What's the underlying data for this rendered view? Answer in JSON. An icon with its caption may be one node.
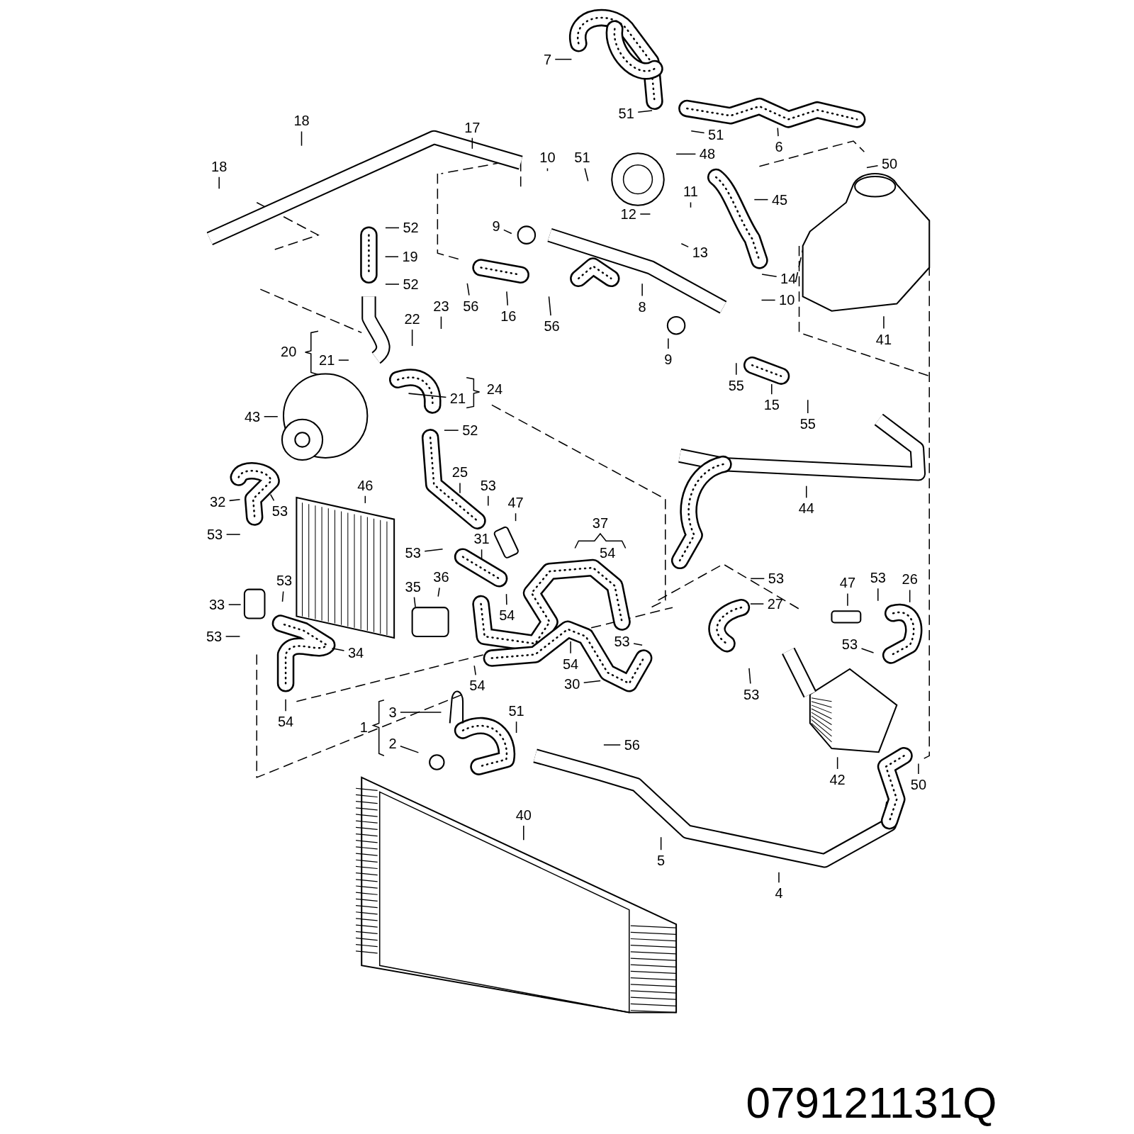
{
  "diagram": {
    "nodes": [
      {
        "text": [
          "7"
        ]
      },
      {
        "text": [
          "51"
        ]
      },
      {
        "text": [
          "51"
        ]
      },
      {
        "text": [
          "6"
        ]
      },
      {
        "text": [
          "18"
        ]
      },
      {
        "text": [
          "17"
        ]
      },
      {
        "text": [
          "18"
        ]
      },
      {
        "text": [
          "10"
        ]
      },
      {
        "text": [
          "51"
        ]
      },
      {
        "text": [
          "48"
        ]
      },
      {
        "text": [
          "50"
        ]
      },
      {
        "text": [
          "45"
        ]
      },
      {
        "text": [
          "11"
        ]
      },
      {
        "text": [
          "12"
        ]
      },
      {
        "text": [
          "52"
        ]
      },
      {
        "text": [
          "9"
        ]
      },
      {
        "text": [
          "19"
        ]
      },
      {
        "text": [
          "13"
        ]
      },
      {
        "text": [
          "14"
        ]
      },
      {
        "text": [
          "52"
        ]
      },
      {
        "text": [
          "56"
        ]
      },
      {
        "text": [
          "16"
        ]
      },
      {
        "text": [
          "8"
        ]
      },
      {
        "text": [
          "10"
        ]
      },
      {
        "text": [
          "56"
        ]
      },
      {
        "text": [
          "23"
        ]
      },
      {
        "text": [
          "22"
        ]
      },
      {
        "text": [
          "9"
        ]
      },
      {
        "text": [
          "41"
        ]
      },
      {
        "text": [
          "21"
        ]
      },
      {
        "text": [
          "55"
        ]
      },
      {
        "text": [
          "21"
        ]
      },
      {
        "text": [
          "15"
        ]
      },
      {
        "text": [
          "43"
        ]
      },
      {
        "text": [
          "52"
        ]
      },
      {
        "text": [
          "55"
        ]
      },
      {
        "text": [
          "25"
        ]
      },
      {
        "text": [
          "53"
        ]
      },
      {
        "text": [
          "46"
        ]
      },
      {
        "text": [
          "47"
        ]
      },
      {
        "text": [
          "32"
        ]
      },
      {
        "text": [
          "53"
        ]
      },
      {
        "text": [
          "44"
        ]
      },
      {
        "text": [
          "53"
        ]
      },
      {
        "text": [
          "31"
        ]
      },
      {
        "text": [
          "53"
        ]
      },
      {
        "text": [
          "53"
        ]
      },
      {
        "text": [
          "53"
        ]
      },
      {
        "text": [
          "36"
        ]
      },
      {
        "text": [
          "53"
        ]
      },
      {
        "text": [
          "47"
        ]
      },
      {
        "text": [
          "26"
        ]
      },
      {
        "text": [
          "35"
        ]
      },
      {
        "text": [
          "33"
        ]
      },
      {
        "text": [
          "27"
        ]
      },
      {
        "text": [
          "54"
        ]
      },
      {
        "text": [
          "53"
        ]
      },
      {
        "text": [
          "53"
        ]
      },
      {
        "text": [
          "53"
        ]
      },
      {
        "text": [
          "34"
        ]
      },
      {
        "text": [
          "54"
        ]
      },
      {
        "text": [
          "30"
        ]
      },
      {
        "text": [
          "54"
        ]
      },
      {
        "text": [
          "53"
        ]
      },
      {
        "text": [
          "3"
        ]
      },
      {
        "text": [
          "51"
        ]
      },
      {
        "text": [
          "54"
        ]
      },
      {
        "text": [
          "2"
        ]
      },
      {
        "text": [
          "56"
        ]
      },
      {
        "text": [
          "42"
        ]
      },
      {
        "text": [
          "50"
        ]
      },
      {
        "text": [
          "40"
        ]
      },
      {
        "text": [
          "5"
        ]
      },
      {
        "text": [
          "4"
        ]
      }
    ],
    "edges": [
      {
        "from": 0,
        "to": null,
        "arrow": "none"
      },
      {
        "from": 1,
        "to": null,
        "arrow": "none"
      },
      {
        "from": 2,
        "to": null,
        "arrow": "none"
      },
      {
        "from": 3,
        "to": null,
        "arrow": "none"
      },
      {
        "from": 4,
        "to": null,
        "arrow": "none"
      },
      {
        "from": 5,
        "to": null,
        "arrow": "none"
      },
      {
        "from": 6,
        "to": null,
        "arrow": "none"
      },
      {
        "from": 7,
        "to": null,
        "arrow": "none"
      },
      {
        "from": 8,
        "to": null,
        "arrow": "none"
      },
      {
        "from": 9,
        "to": null,
        "arrow": "none"
      },
      {
        "from": 10,
        "to": null,
        "arrow": "none"
      },
      {
        "from": 11,
        "to": null,
        "arrow": "none"
      },
      {
        "from": 12,
        "to": null,
        "arrow": "none"
      },
      {
        "from": 13,
        "to": null,
        "arrow": "none"
      },
      {
        "from": 14,
        "to": null,
        "arrow": "none"
      },
      {
        "from": 15,
        "to": null,
        "arrow": "none"
      },
      {
        "from": 16,
        "to": null,
        "arrow": "none"
      },
      {
        "from": 17,
        "to": null,
        "arrow": "none"
      },
      {
        "from": 18,
        "to": null,
        "arrow": "none"
      },
      {
        "from": 19,
        "to": null,
        "arrow": "none"
      },
      {
        "from": 20,
        "to": null,
        "arrow": "none"
      },
      {
        "from": 21,
        "to": null,
        "arrow": "none"
      },
      {
        "from": 22,
        "to": null,
        "arrow": "none"
      },
      {
        "from": 23,
        "to": null,
        "arrow": "none"
      },
      {
        "from": 24,
        "to": null,
        "arrow": "none"
      },
      {
        "from": 25,
        "to": null,
        "arrow": "none"
      },
      {
        "from": 26,
        "to": null,
        "arrow": "none"
      },
      {
        "from": 27,
        "to": null,
        "arrow": "none"
      },
      {
        "from": 28,
        "to": null,
        "arrow": "none"
      },
      {
        "from": 29,
        "to": null,
        "arrow": "none"
      },
      {
        "from": 30,
        "to": null,
        "arrow": "none"
      },
      {
        "from": 31,
        "to": null,
        "arrow": "none"
      },
      {
        "from": 32,
        "to": null,
        "arrow": "none"
      },
      {
        "from": 33,
        "to": null,
        "arrow": "none"
      },
      {
        "from": 34,
        "to": null,
        "arrow": "none"
      },
      {
        "from": 35,
        "to": null,
        "arrow": "none"
      },
      {
        "from": 36,
        "to": null,
        "arrow": "none"
      },
      {
        "from": 37,
        "to": null,
        "arrow": "none"
      },
      {
        "from": 38,
        "to": null,
        "arrow": "none"
      },
      {
        "from": 39,
        "to": null,
        "arrow": "none"
      },
      {
        "from": 40,
        "to": null,
        "arrow": "none"
      },
      {
        "from": 41,
        "to": null,
        "arrow": "none"
      },
      {
        "from": 42,
        "to": null,
        "arrow": "none"
      },
      {
        "from": 43,
        "to": null,
        "arrow": "none"
      },
      {
        "from": 44,
        "to": null,
        "arrow": "none"
      },
      {
        "from": 45,
        "to": null,
        "arrow": "none"
      },
      {
        "from": 46,
        "to": null,
        "arrow": "none"
      },
      {
        "from": 47,
        "to": null,
        "arrow": "none"
      },
      {
        "from": 48,
        "to": null,
        "arrow": "none"
      },
      {
        "from": 49,
        "to": null,
        "arrow": "none"
      },
      {
        "from": 50,
        "to": null,
        "arrow": "none"
      },
      {
        "from": 51,
        "to": null,
        "arrow": "none"
      },
      {
        "from": 52,
        "to": null,
        "arrow": "none"
      },
      {
        "from": 53,
        "to": null,
        "arrow": "none"
      },
      {
        "from": 54,
        "to": null,
        "arrow": "none"
      },
      {
        "from": 55,
        "to": null,
        "arrow": "none"
      },
      {
        "from": 56,
        "to": null,
        "arrow": "none"
      },
      {
        "from": 57,
        "to": null,
        "arrow": "none"
      },
      {
        "from": 58,
        "to": null,
        "arrow": "none"
      },
      {
        "from": 59,
        "to": null,
        "arrow": "none"
      },
      {
        "from": 60,
        "to": null,
        "arrow": "none"
      },
      {
        "from": 61,
        "to": null,
        "arrow": "none"
      },
      {
        "from": 62,
        "to": null,
        "arrow": "none"
      },
      {
        "from": 63,
        "to": null,
        "arrow": "none"
      },
      {
        "from": 64,
        "to": null,
        "arrow": "none"
      },
      {
        "from": 65,
        "to": null,
        "arrow": "none"
      },
      {
        "from": 66,
        "to": null,
        "arrow": "none"
      },
      {
        "from": 67,
        "to": null,
        "arrow": "none"
      },
      {
        "from": 68,
        "to": null,
        "arrow": "none"
      },
      {
        "from": 69,
        "to": null,
        "arrow": "none"
      },
      {
        "from": 70,
        "to": null,
        "arrow": "none"
      },
      {
        "from": 71,
        "to": null,
        "arrow": "none"
      },
      {
        "from": 72,
        "to": null,
        "arrow": "none"
      },
      {
        "from": 73,
        "to": null,
        "arrow": "none"
      }
    ],
    "labels": [
      "20",
      "24",
      "37",
      "54",
      "1",
      "079121131Q"
    ]
  }
}
